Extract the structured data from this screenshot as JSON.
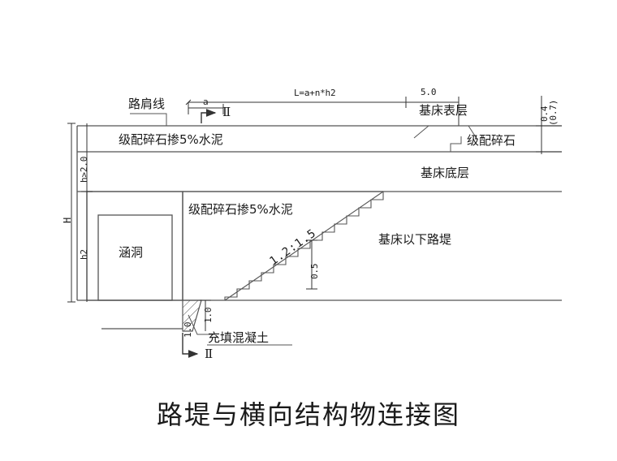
{
  "drawing": {
    "title": "路堤与横向结构物连接图",
    "line_color": "#555555",
    "text_color": "#1a1a1a",
    "background": "#ffffff"
  },
  "labels": {
    "shoulder_line": "路肩线",
    "graded_gravel_cement_top": "级配碎石掺5%水泥",
    "graded_gravel_cement_mid": "级配碎石掺5%水泥",
    "graded_gravel": "级配碎石",
    "subgrade_surface_layer": "基床表层",
    "subgrade_bottom_layer": "基床底层",
    "embankment_below_subgrade": "基床以下路堤",
    "culvert": "涵洞",
    "filled_concrete": "充填混凝土"
  },
  "dimensions": {
    "length_formula": "L=a+n*h2",
    "top_width": "5.0",
    "a": "a",
    "total_height": "H",
    "upper_height": "h>2.0",
    "lower_height": "h2",
    "surface_thickness": "0.4",
    "surface_thickness_alt": "(0.7)",
    "step_height": "0.5",
    "slope_ratio": "1.2:1.5",
    "concrete_width": "1.0",
    "concrete_height": "1.0"
  },
  "section_markers": {
    "top": "Ⅱ",
    "bottom": "Ⅱ"
  }
}
